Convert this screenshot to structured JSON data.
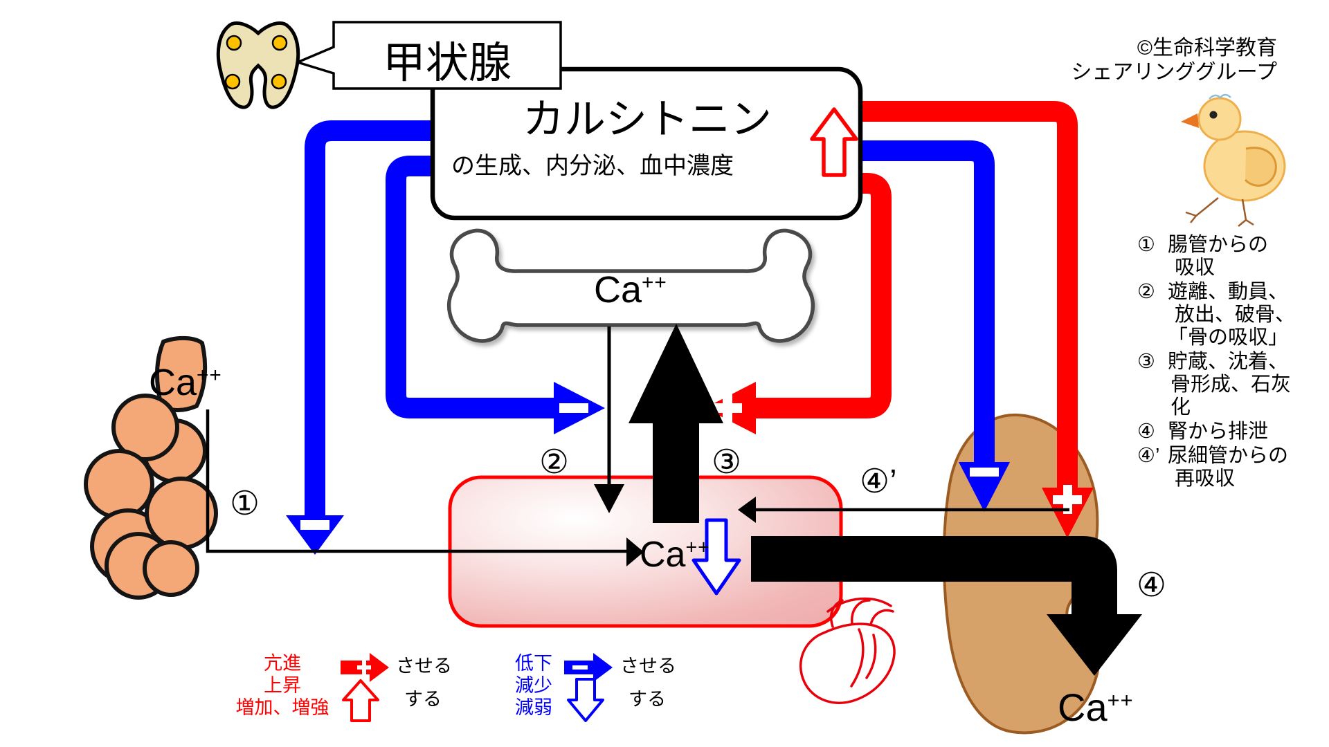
{
  "thyroid": {
    "label": "甲状腺"
  },
  "hormone_box": {
    "title": "カルシトニン",
    "subtitle": "の生成、内分泌、血中濃度"
  },
  "credit": {
    "line1": "©生命科学教育",
    "line2": "シェアリンググループ"
  },
  "ca_label": {
    "base": "Ca",
    "sup": "++"
  },
  "steps": {
    "s1": "①",
    "s2": "②",
    "s3": "③",
    "s4": "④",
    "s4p": "④’"
  },
  "legend_list": {
    "items": [
      {
        "marker": "①",
        "lines": [
          "腸管からの",
          "吸収"
        ]
      },
      {
        "marker": "②",
        "lines": [
          "遊離、動員、",
          "放出、破骨、",
          "「骨の吸収」"
        ]
      },
      {
        "marker": "③",
        "lines": [
          "貯蔵、沈着、",
          "骨形成、石灰",
          "化"
        ]
      },
      {
        "marker": "④",
        "lines": [
          "腎から排泄"
        ]
      },
      {
        "marker": "④’",
        "lines": [
          "尿細管からの",
          "再吸収"
        ]
      }
    ]
  },
  "arrow_legend": {
    "increase": {
      "w1": "亢進",
      "w2": "上昇",
      "w3": "増加、増強",
      "cause": "させる",
      "self": "する"
    },
    "decrease": {
      "w1": "低下",
      "w2": "減少",
      "w3": "減弱",
      "cause": "させる",
      "self": "する"
    }
  },
  "colors": {
    "accent_red": "#FF0000",
    "accent_blue": "#0000FF",
    "bone_stroke": "#4A4A4A",
    "thyroid_fill": "#EDE2B5",
    "thyroid_dot": "#FFC000",
    "intestine_fill": "#F4A877",
    "kidney_fill": "#D6A269",
    "kidney_stroke": "#9C5B21",
    "blood_box_pink": "#F1B6B6",
    "heart_red": "#E8000B",
    "chick_yellow": "#FBDB94"
  }
}
